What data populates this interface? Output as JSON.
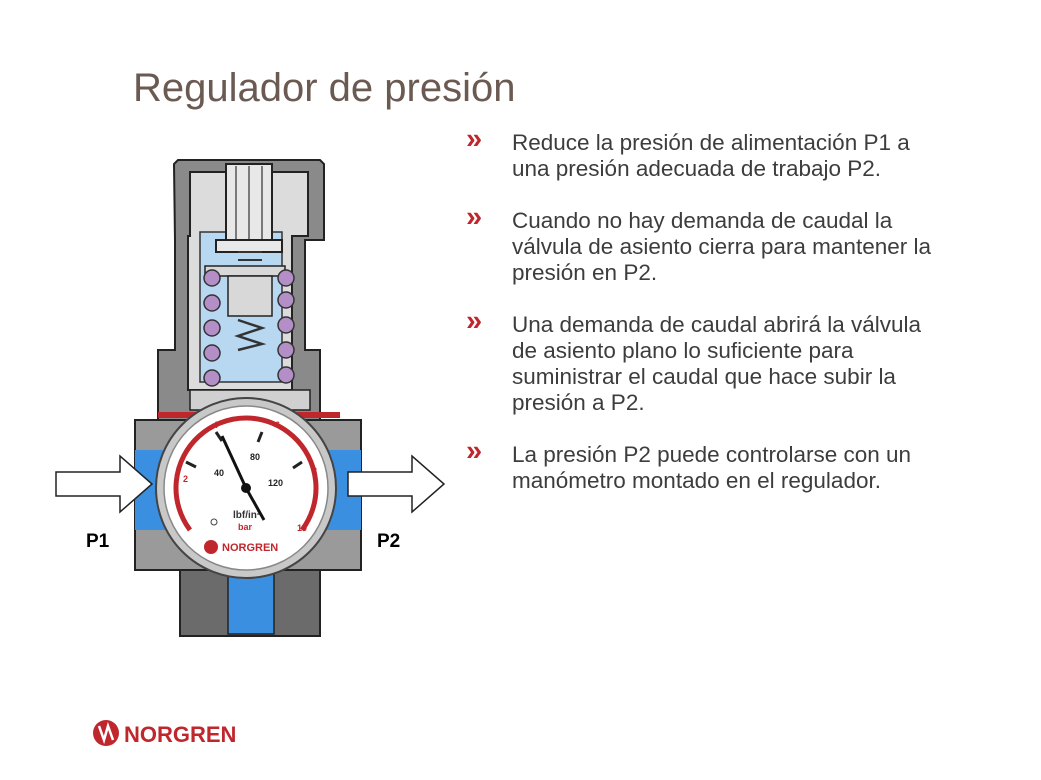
{
  "slide": {
    "title": "Regulador de presión",
    "bullet_marker": "»",
    "bullets": [
      "Reduce la presión de alimentación P1 a una presión adecuada de trabajo P2.",
      "Cuando no hay demanda de caudal la válvula de asiento cierra para mantener la presión en P2.",
      "Una demanda de caudal abrirá la válvula de asiento plano lo suficiente para suministrar el caudal que hace subir la presión a P2.",
      "La presión P2 puede controlarse con un manómetro montado en el regulador."
    ]
  },
  "diagram": {
    "inlet_label": "P1",
    "outlet_label": "P2",
    "gauge": {
      "bar_scale": [
        "2",
        "4",
        "6",
        "8",
        "10"
      ],
      "psi_scale": [
        "40",
        "80",
        "120"
      ],
      "unit_psi": "lbf/in²",
      "unit_bar": "bar",
      "brand": "NORGREN"
    }
  },
  "footer": {
    "brand": "NORGREN"
  },
  "colors": {
    "accent_red": "#c0272d",
    "title": "#6b5a52",
    "chamber_blue": "#b8d8f2",
    "port_blue": "#3a8fe0",
    "spring_purple": "#b48ec6"
  }
}
